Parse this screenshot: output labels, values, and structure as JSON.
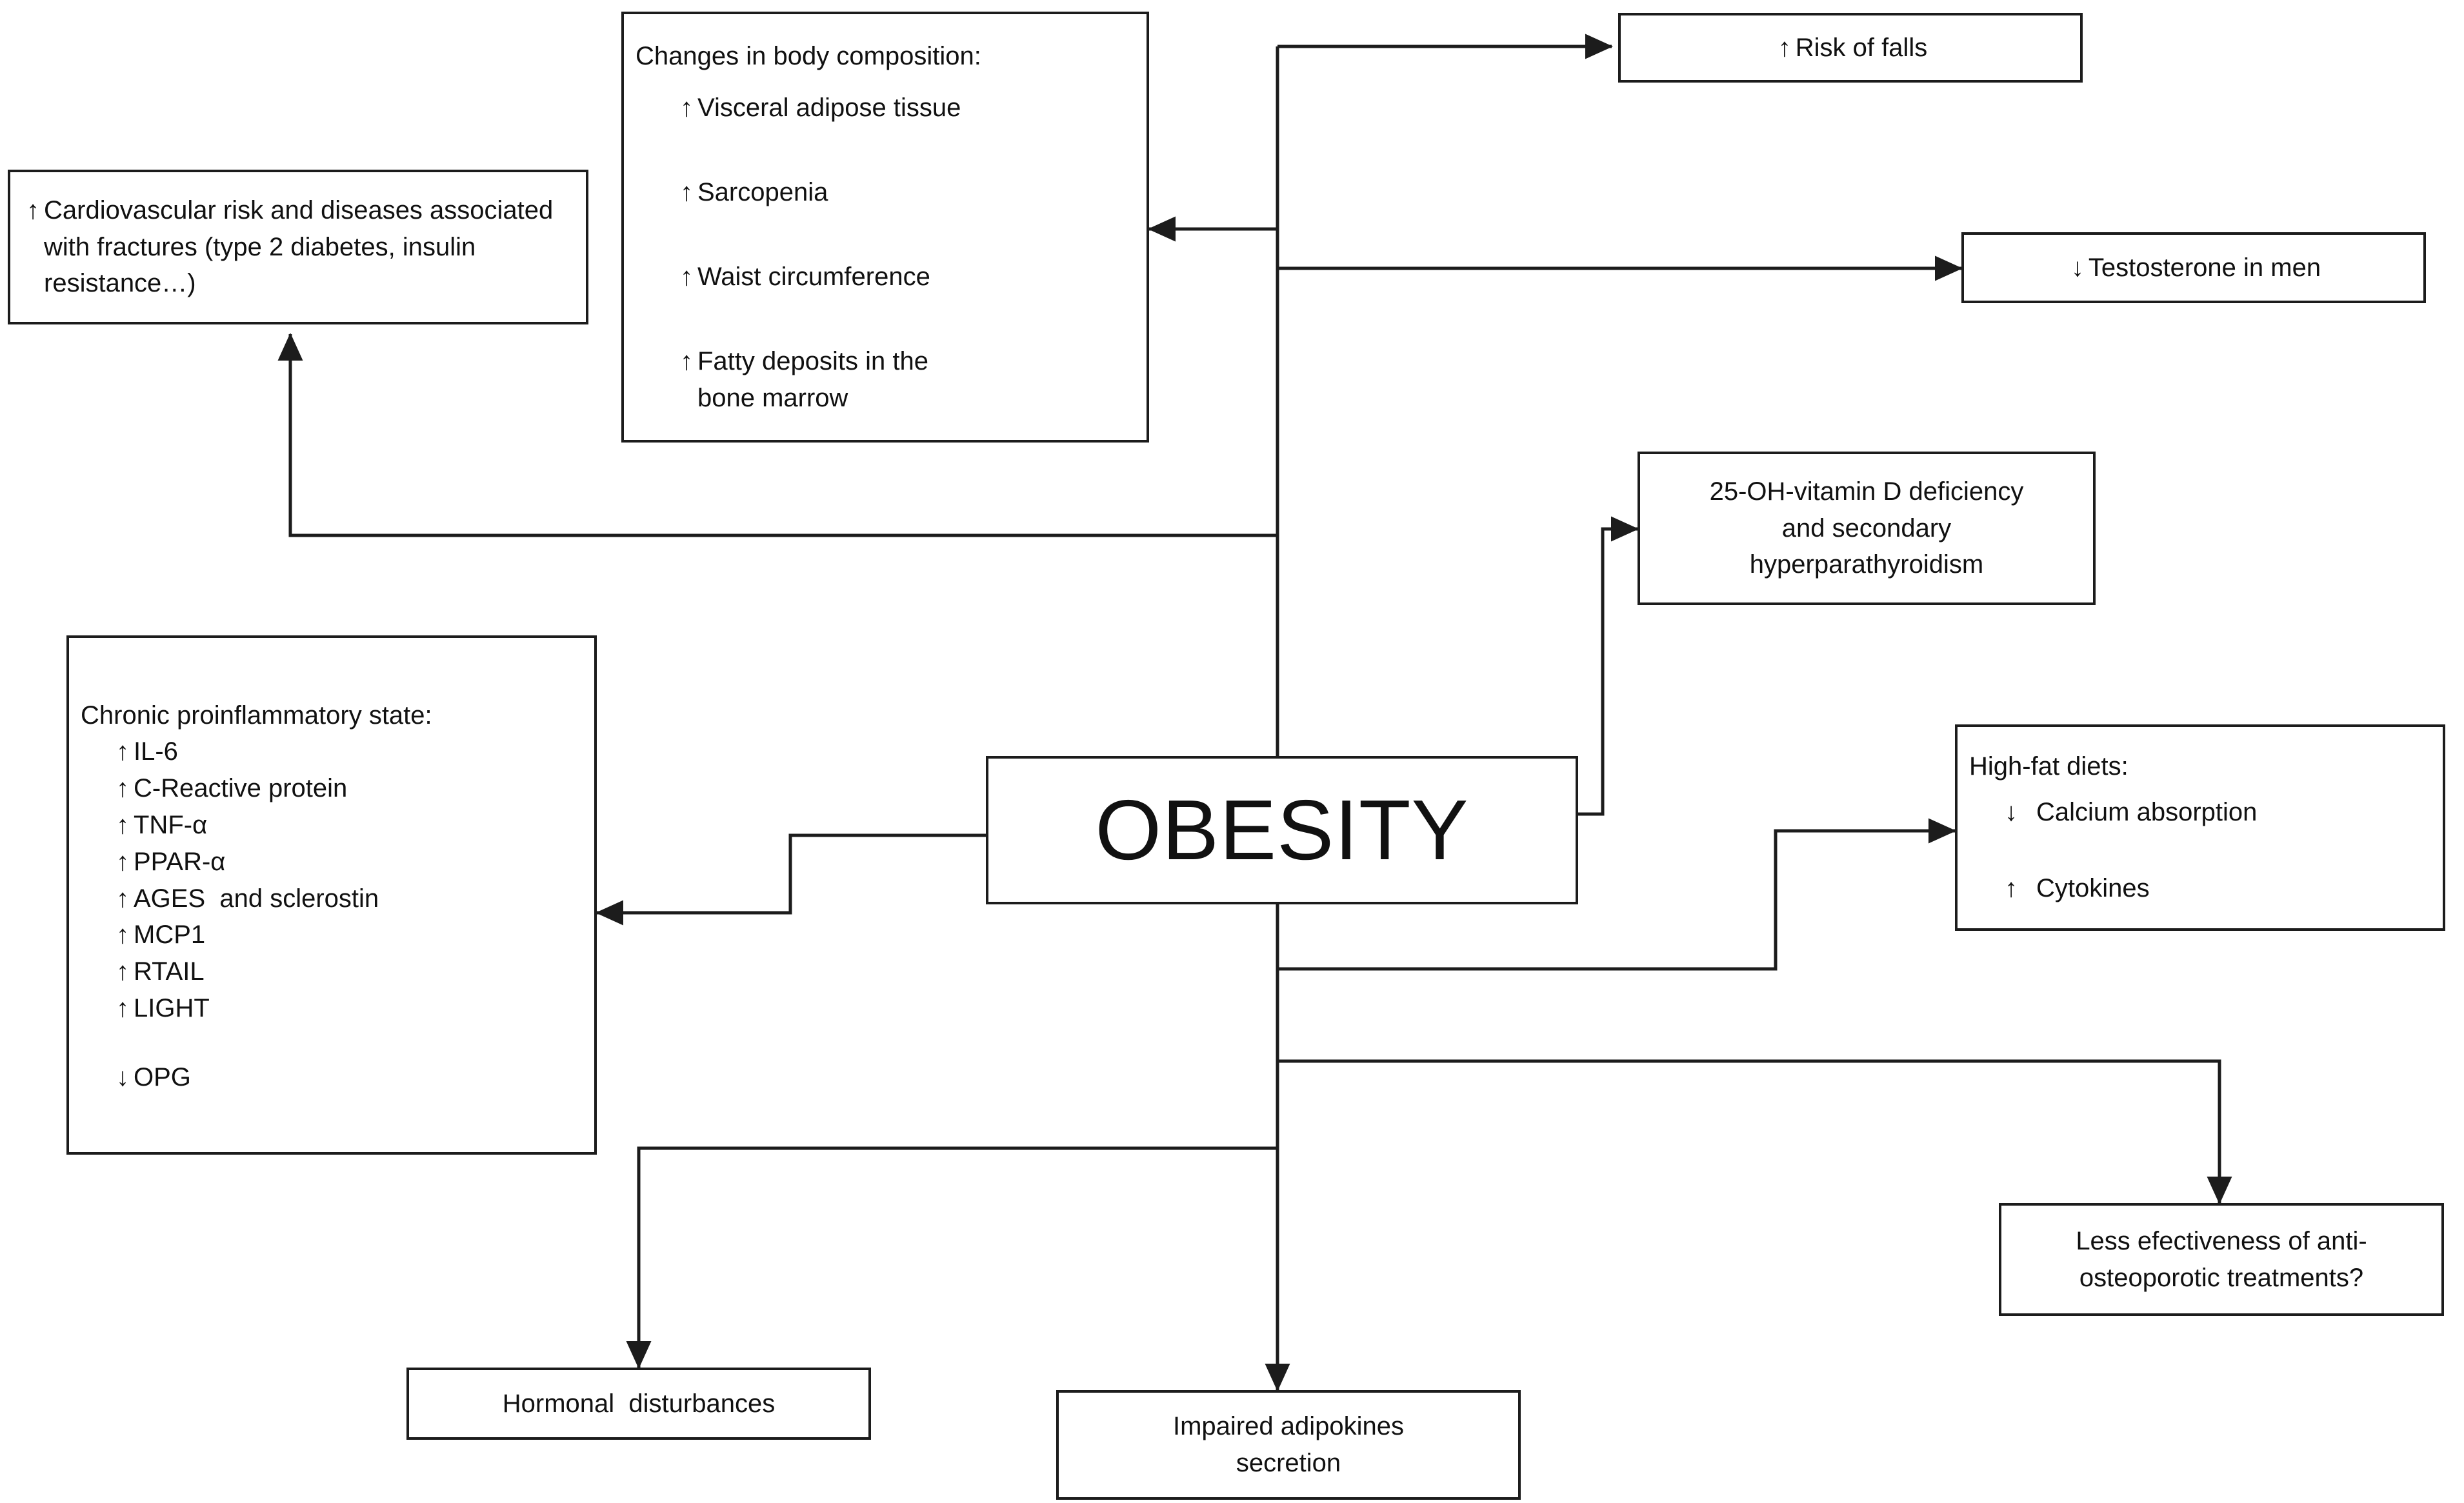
{
  "diagram": {
    "type": "flowchart",
    "center_node": {
      "label": "OBESITY"
    },
    "nodes": [
      {
        "id": "cardiovascular",
        "arrow": "↑",
        "text": "Cardiovascular risk and diseases associated with fractures (type 2 diabetes, insulin resistance…)"
      },
      {
        "id": "body-composition",
        "title": "Changes in body composition:",
        "items": [
          {
            "arrow": "↑",
            "label": "Visceral adipose tissue"
          },
          {
            "arrow": "↑",
            "label": "Sarcopenia"
          },
          {
            "arrow": "↑",
            "label": "Waist circumference"
          },
          {
            "arrow": "↑",
            "label": "Fatty deposits in the\nbone marrow"
          }
        ]
      },
      {
        "id": "risk-of-falls",
        "arrow": "↑",
        "label": "Risk of falls"
      },
      {
        "id": "testosterone",
        "arrow": "↓",
        "label": "Testosterone in men"
      },
      {
        "id": "vitamin-d",
        "line1": "25-OH-vitamin D deficiency",
        "line2": "and secondary",
        "line3": "hyperparathyroidism"
      },
      {
        "id": "proinflammatory",
        "title": "Chronic proinflammatory state:",
        "items": [
          {
            "arrow": "↑",
            "label": "IL-6"
          },
          {
            "arrow": "↑",
            "label": "C-Reactive protein"
          },
          {
            "arrow": "↑",
            "label": "TNF-α"
          },
          {
            "arrow": "↑",
            "label": "PPAR-α"
          },
          {
            "arrow": "↑",
            "label": "AGES  and sclerostin"
          },
          {
            "arrow": "↑",
            "label": "MCP1"
          },
          {
            "arrow": "↑",
            "label": "RTAIL"
          },
          {
            "arrow": "↑",
            "label": "LIGHT"
          },
          {
            "arrow": "",
            "label": ""
          },
          {
            "arrow": "↓",
            "label": "OPG"
          }
        ]
      },
      {
        "id": "high-fat-diets",
        "title": "High-fat diets:",
        "items": [
          {
            "arrow": "↓",
            "label": "Calcium absorption"
          },
          {
            "arrow": "↑",
            "label": "Cytokines"
          }
        ]
      },
      {
        "id": "less-effectiveness",
        "line1": "Less efectiveness of anti-",
        "line2": "osteoporotic treatments?"
      },
      {
        "id": "hormonal",
        "label": "Hormonal  disturbances"
      },
      {
        "id": "adipokines",
        "line1": "Impaired adipokines",
        "line2": "secretion"
      }
    ],
    "edges": [
      {
        "from": "obesity",
        "to": "risk-of-falls"
      },
      {
        "from": "obesity",
        "to": "body-composition"
      },
      {
        "from": "obesity",
        "to": "testosterone"
      },
      {
        "from": "obesity",
        "to": "cardiovascular"
      },
      {
        "from": "obesity",
        "to": "vitamin-d"
      },
      {
        "from": "obesity",
        "to": "proinflammatory"
      },
      {
        "from": "obesity",
        "to": "high-fat-diets"
      },
      {
        "from": "obesity",
        "to": "less-effectiveness"
      },
      {
        "from": "obesity",
        "to": "hormonal"
      },
      {
        "from": "obesity",
        "to": "adipokines"
      }
    ],
    "colors": {
      "stroke": "#1c1c1c",
      "background": "#ffffff",
      "text": "#111111"
    }
  }
}
